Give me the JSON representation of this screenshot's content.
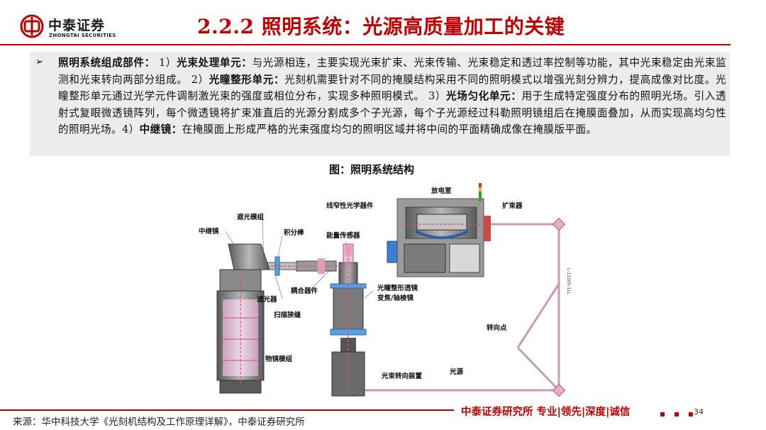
{
  "header": {
    "logo_cn": "中泰证券",
    "logo_en": "ZHONGTAI SECURITIES",
    "title": "2.2.2 照明系统：光源高质量加工的关键"
  },
  "textbox": {
    "bullet": "➢",
    "segments": [
      {
        "text": "照明系统组成部件：",
        "bold": true
      },
      {
        "text": " 1）",
        "bold": false
      },
      {
        "text": "光束处理单元：",
        "bold": true
      },
      {
        "text": "与光源相连，主要实现光束扩束、光束传输、光束稳定和透过率控制等功能，其中光束稳定由光束监测和光束转向两部分组成。 2）",
        "bold": false
      },
      {
        "text": "光瞳整形单元：",
        "bold": true
      },
      {
        "text": "光刻机需要针对不同的掩膜结构采用不同的照明模式以增强光刻分辨力，提高成像对比度。光瞳整形单元通过光学元件调制激光束的强度或相位分布，实现多种照明模式。 3）",
        "bold": false
      },
      {
        "text": "光场匀化单元：",
        "bold": true
      },
      {
        "text": "用于生成特定强度分布的照明光场。引入透射式复眼微透镜阵列，每个微透镜将扩束准直后的光源分割成多个子光源，每个子光源经过科勒照明镜组后在掩膜面叠加，从而实现高均匀性的照明光场。4）",
        "bold": false
      },
      {
        "text": "中继镜：",
        "bold": true
      },
      {
        "text": "在掩膜面上形成严格的光束强度均匀的照明区域并将中间的平面精确成像在掩膜版平面。",
        "bold": false
      }
    ]
  },
  "figure": {
    "caption": "图：照明系统结构",
    "labels": {
      "discharge_chamber": "放电室",
      "line_narrowing": "线窄性光学器件",
      "beam_expander": "扩束器",
      "shutter_module": "遮光模组",
      "relay_lens": "中继镜",
      "integrator_rod": "积分棒",
      "energy_sensor": "能量传感器",
      "filter": "滤光器",
      "coupler": "耦合器件",
      "pupil_lens": "光瞳整形透镜",
      "zoom_axicon": "变焦/轴棱镜",
      "scan_slit": "扫描狭缝",
      "turning_point": "转向点",
      "objective_group": "物镜模组",
      "light_source": "光源",
      "beam_steering": "光束转向装置",
      "vertical_text": "L-12205-1LL"
    }
  },
  "footer": {
    "brand": "中泰证券研究所 专业|领先|深度|诚信",
    "page_number": "34",
    "source": "来源：华中科技大学《光刻机结构及工作原理详解》，中泰证券研究所"
  }
}
